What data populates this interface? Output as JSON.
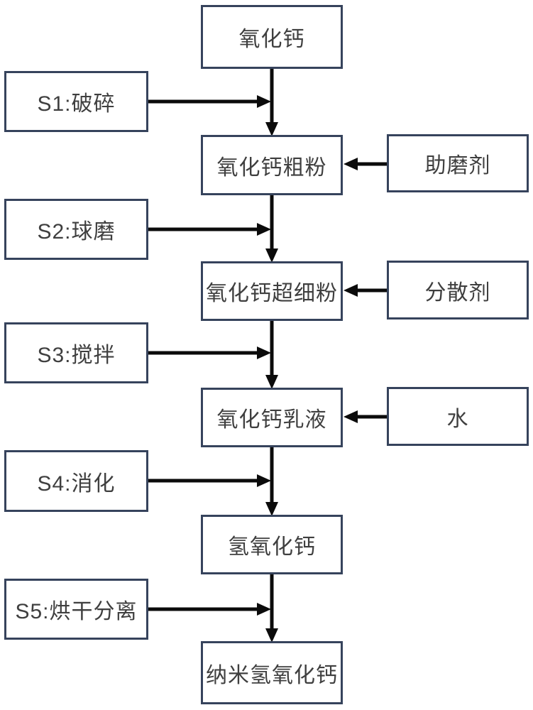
{
  "flowchart": {
    "materials": [
      {
        "label": "氧化钙"
      },
      {
        "label": "氧化钙粗粉"
      },
      {
        "label": "氧化钙超细粉"
      },
      {
        "label": "氧化钙乳液"
      },
      {
        "label": "氢氧化钙"
      },
      {
        "label": "纳米氢氧化钙"
      }
    ],
    "steps": [
      {
        "label": "S1:破碎"
      },
      {
        "label": "S2:球磨"
      },
      {
        "label": "S3:搅拌"
      },
      {
        "label": "S4:消化"
      },
      {
        "label": "S5:烘干分离"
      }
    ],
    "additives": [
      {
        "label": "助磨剂"
      },
      {
        "label": "分散剂"
      },
      {
        "label": "水"
      }
    ],
    "colors": {
      "box_border": "#36435c",
      "connector": "#0b0b0b",
      "text": "#3f3f3f",
      "background": "#ffffff"
    }
  }
}
